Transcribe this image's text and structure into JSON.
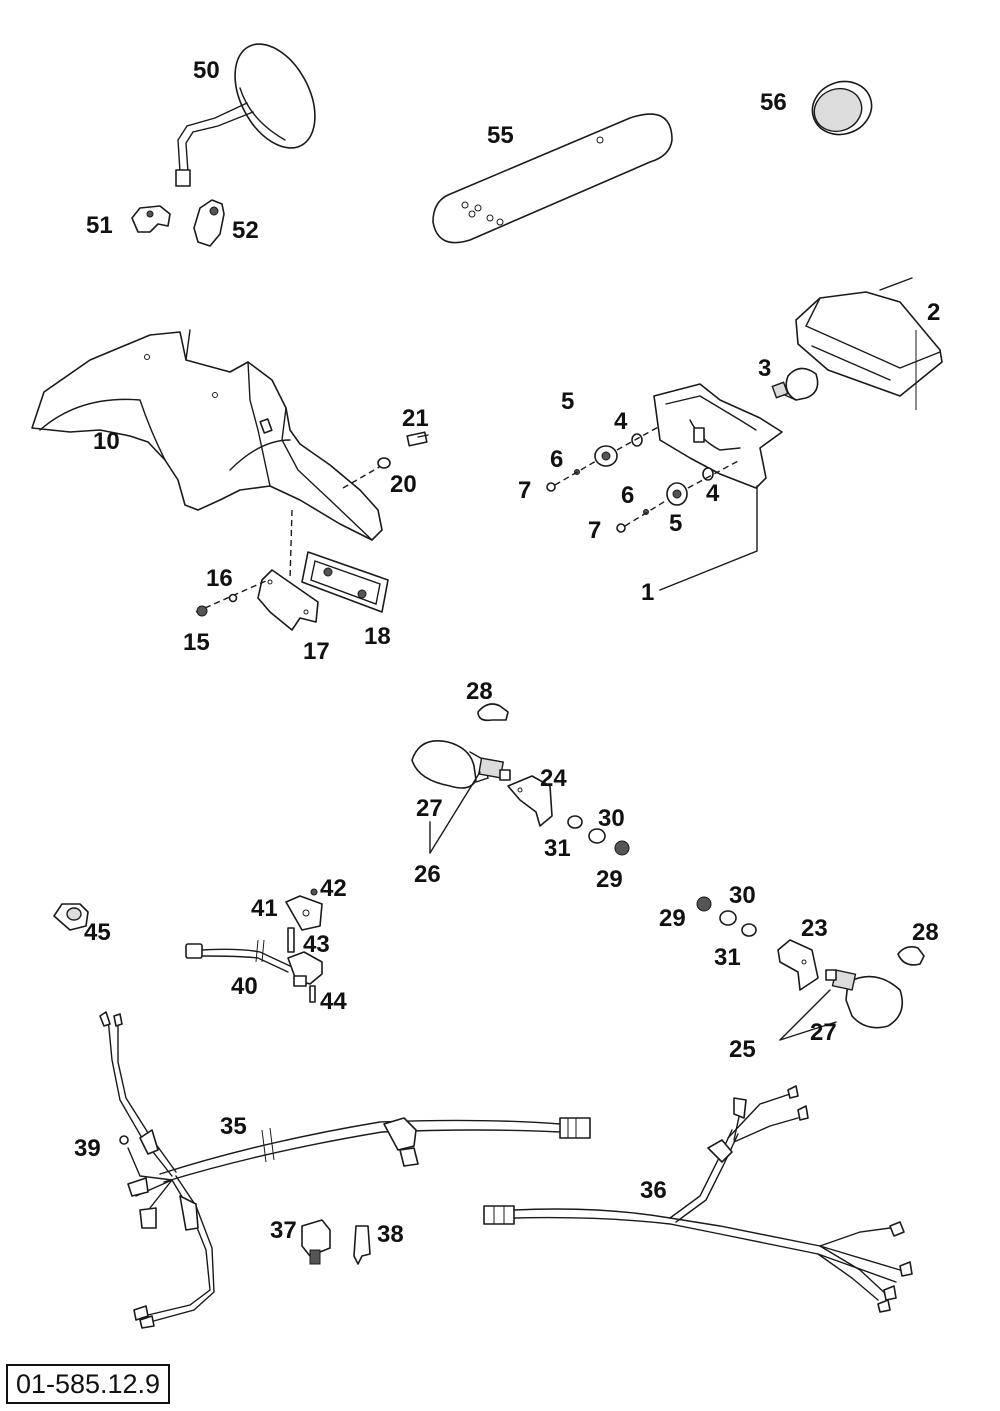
{
  "drawing_code": "01-585.12.9",
  "callouts": {
    "p1": "1",
    "p2": "2",
    "p3": "3",
    "p4a": "4",
    "p4b": "4",
    "p5a": "5",
    "p5b": "5",
    "p6a": "6",
    "p6b": "6",
    "p7a": "7",
    "p7b": "7",
    "p10": "10",
    "p15": "15",
    "p16": "16",
    "p17": "17",
    "p18": "18",
    "p20": "20",
    "p21": "21",
    "p23": "23",
    "p24": "24",
    "p25": "25",
    "p26": "26",
    "p27a": "27",
    "p27b": "27",
    "p28a": "28",
    "p28b": "28",
    "p29a": "29",
    "p29b": "29",
    "p30a": "30",
    "p30b": "30",
    "p31a": "31",
    "p31b": "31",
    "p35": "35",
    "p36": "36",
    "p37": "37",
    "p38": "38",
    "p39": "39",
    "p40": "40",
    "p41": "41",
    "p42": "42",
    "p43": "43",
    "p44": "44",
    "p45": "45",
    "p50": "50",
    "p51": "51",
    "p52": "52",
    "p55": "55",
    "p56": "56"
  }
}
